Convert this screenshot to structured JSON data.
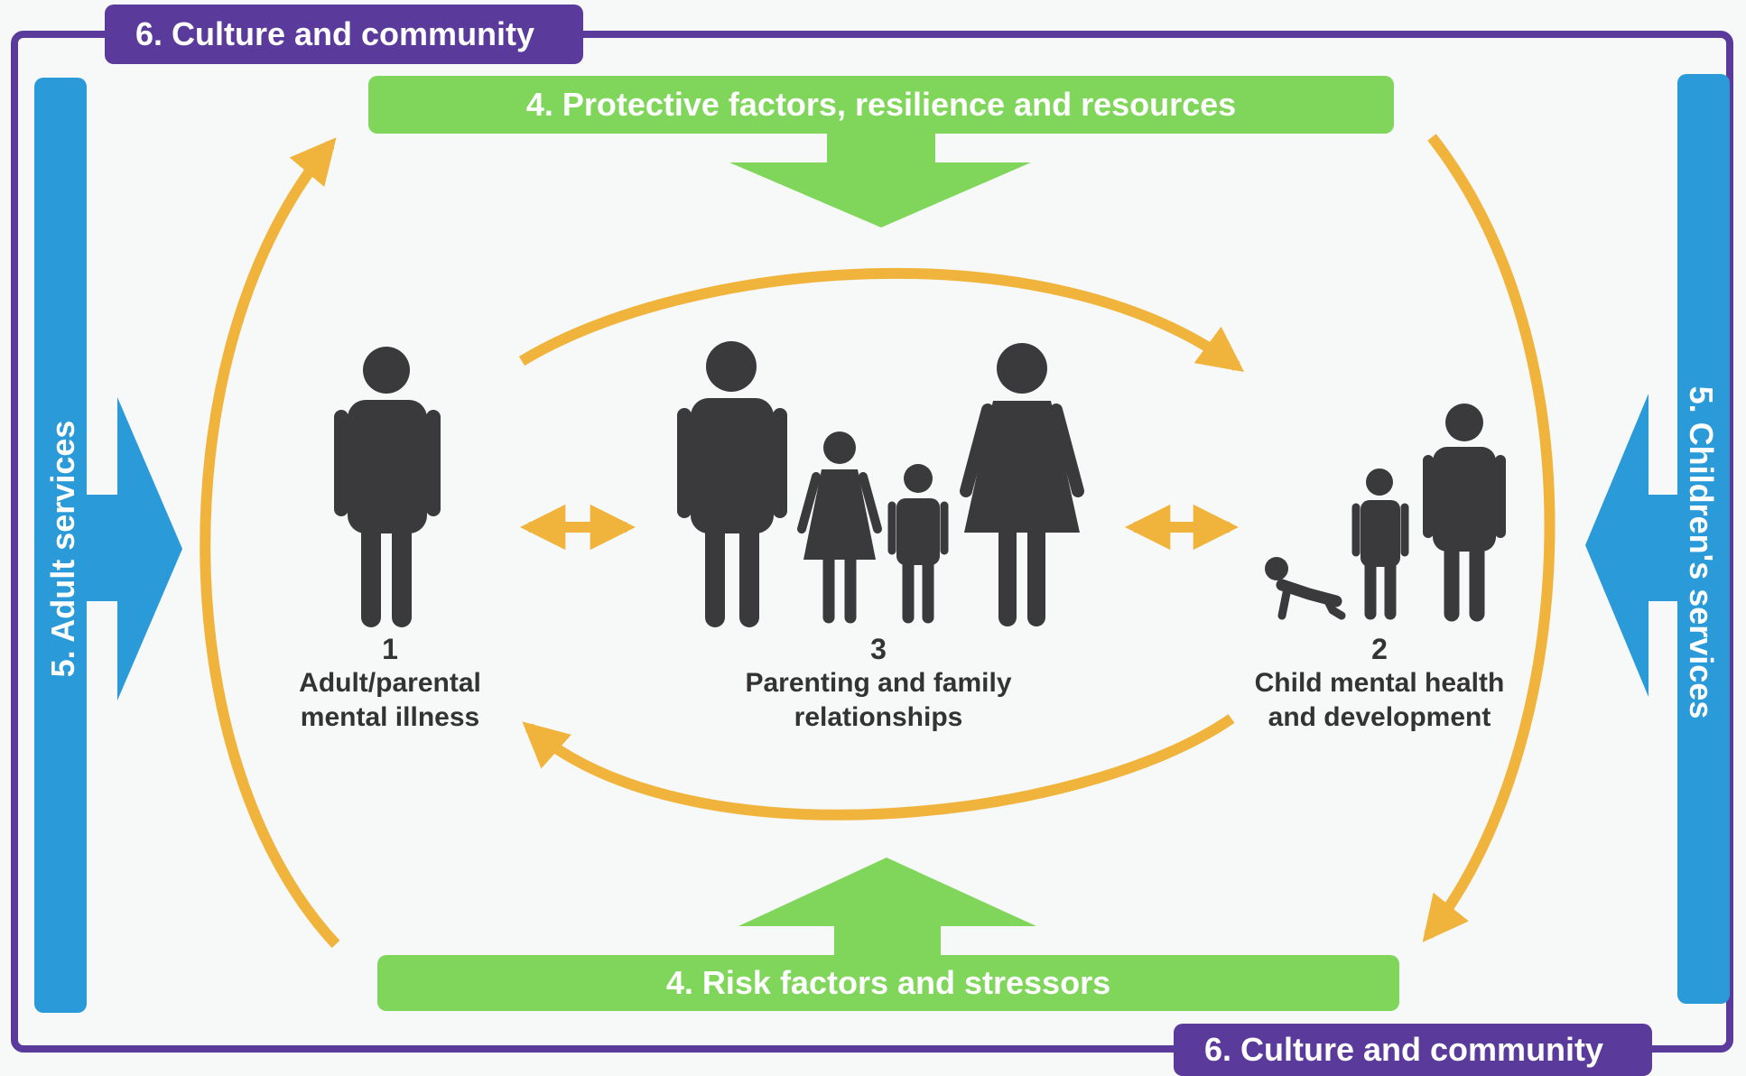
{
  "culture_top": "6. Culture and community",
  "culture_bottom": "6. Culture and community",
  "protective": "4. Protective factors, resilience and resources",
  "risk": "4. Risk factors and stressors",
  "adult_services": "5. Adult services",
  "children_services": "5. Children's services",
  "node1": {
    "number": "1",
    "line1": "Adult/parental",
    "line2": "mental illness"
  },
  "node3": {
    "number": "3",
    "line1": "Parenting and family",
    "line2": "relationships"
  },
  "node2": {
    "number": "2",
    "line1": "Child mental health",
    "line2": "and development"
  },
  "colors": {
    "frame": "#5a3a9a",
    "green": "#7fd65a",
    "blue": "#2b9ad8",
    "orange": "#f0b43c",
    "figure": "#3a3a3d"
  }
}
